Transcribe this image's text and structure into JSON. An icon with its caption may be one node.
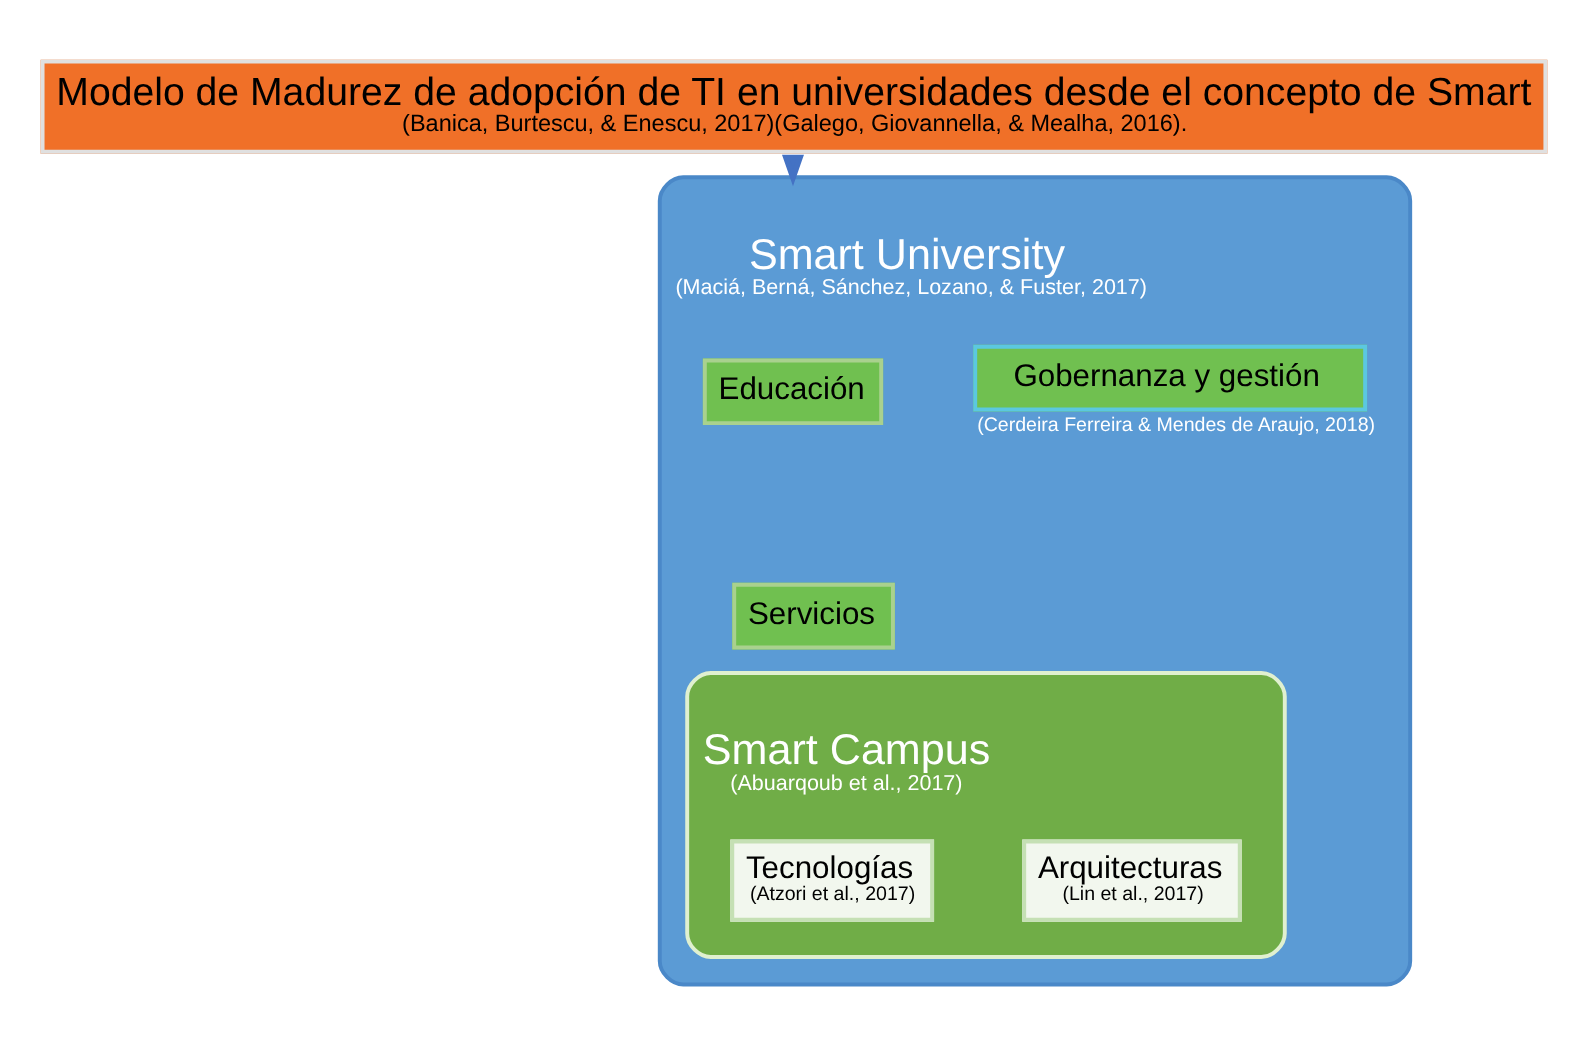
{
  "diagram": {
    "nodes": [
      {
        "text": [
          "Modelo de Madurez de adopción de TI en universidades desde el concepto de Smart",
          "(Banica, Burtescu, & Enescu, 2017)(Galego, Giovannella, & Mealha, 2016)."
        ]
      },
      {
        "text": [
          "Smart University",
          "(Maciá, Berná, Sánchez, Lozano, & Fuster, 2017)"
        ]
      },
      {
        "text": [
          "Educación"
        ],
        "in": 1
      },
      {
        "text": [
          "Gobernanza y gestión"
        ],
        "in": 1,
        "beside": [
          "(Cerdeira Ferreira & Mendes de Araujo, 2018)"
        ]
      },
      {
        "text": [
          "Servicios"
        ],
        "in": 1
      },
      {
        "text": [
          "Smart Campus",
          "(Abuarqoub et al., 2017)"
        ],
        "in": 1
      },
      {
        "text": [
          "Tecnologías",
          "(Atzori et al., 2017)"
        ],
        "in": 5
      },
      {
        "text": [
          "Arquitecturas",
          "(Lin et al., 2017)"
        ],
        "in": 5
      }
    ],
    "edges": [
      {
        "from": 0,
        "to": 1,
        "arrow": "to",
        "color": "#4472c4"
      }
    ]
  }
}
